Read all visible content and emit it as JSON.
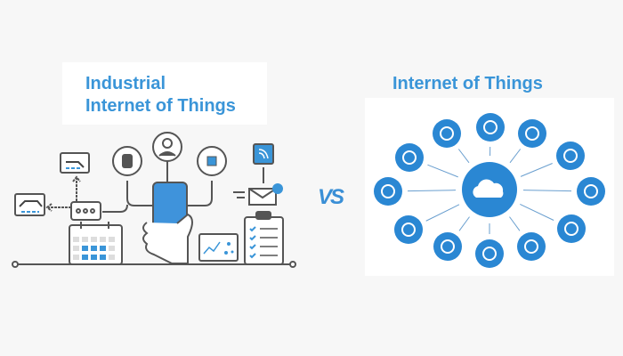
{
  "left": {
    "title_line1": "Industrial",
    "title_line2": "Internet of Things",
    "icons": [
      "robot-arm-icon",
      "chat-bubble-icon",
      "calendar-icon",
      "robot-icon",
      "user-icon",
      "chip-icon",
      "smartphone-icon",
      "hand-icon",
      "chart-tablet-icon",
      "wifi-signal-icon",
      "envelope-icon",
      "notification-dot-icon",
      "clipboard-checklist-icon"
    ]
  },
  "separator": {
    "label": "VS"
  },
  "right": {
    "title": "Internet of Things",
    "hub_icon": "cloud-icon",
    "nodes": [
      "home-icon",
      "microphone-icon",
      "tools-icon",
      "headphones-icon",
      "gear-icon",
      "monitor-icon",
      "wifi-icon",
      "chip-square-icon",
      "user-icon",
      "smartphone-icon",
      "gamepad-icon",
      "lightbulb-icon"
    ]
  },
  "colors": {
    "accent": "#3a95d8",
    "dark_blue": "#1f6fb8",
    "outline": "#555555"
  }
}
